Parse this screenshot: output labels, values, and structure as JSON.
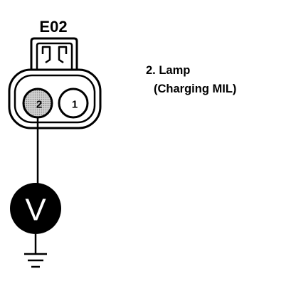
{
  "connector": {
    "id": "E02",
    "pins": [
      {
        "label": "2",
        "highlighted": true
      },
      {
        "label": "1",
        "highlighted": false
      }
    ]
  },
  "meter": {
    "symbol": "V"
  },
  "note": {
    "line1": "2. Lamp",
    "line2": "(Charging MIL)"
  },
  "colors": {
    "ink": "#000000",
    "paper": "#ffffff",
    "probed_pin": "#c8c8c8"
  }
}
